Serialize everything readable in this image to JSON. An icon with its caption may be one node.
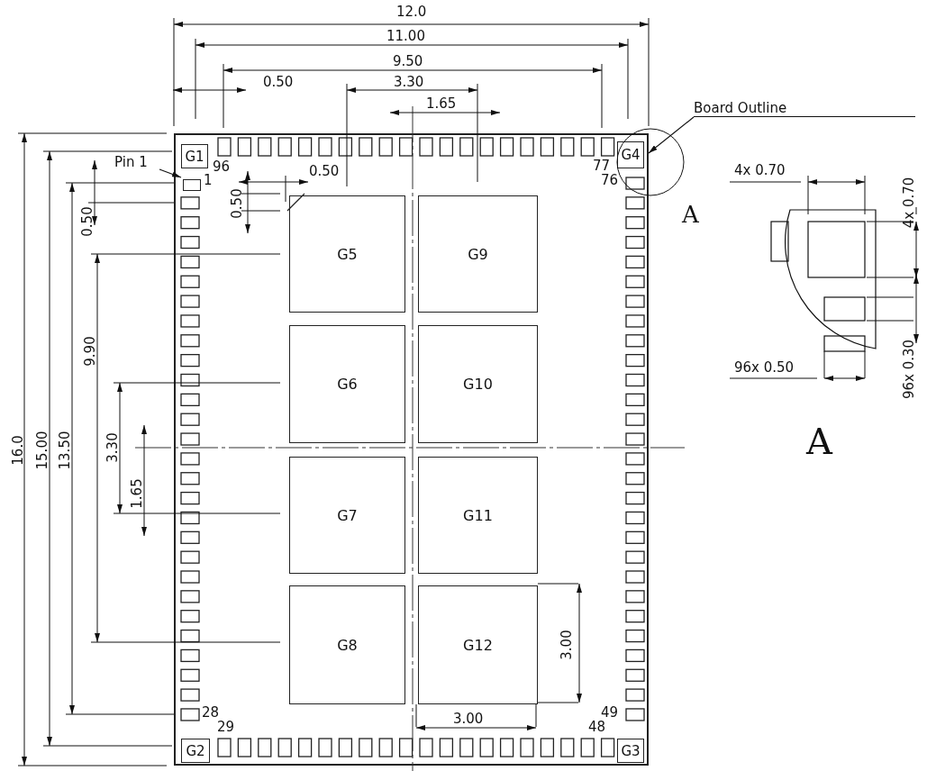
{
  "diagram": {
    "nodes": [
      {
        "text": [],
        "shape": "box"
      },
      {
        "text": [
          "Board Outline"
        ]
      },
      {
        "text": [
          "G1"
        ],
        "in": 0
      },
      {
        "text": [
          "Pin 1"
        ]
      },
      {
        "text": [],
        "shape": "box",
        "in": 0
      },
      {
        "text": [
          "G4"
        ],
        "in": 0
      },
      {
        "text": [
          "G5"
        ],
        "in": 0
      },
      {
        "text": [
          "G9"
        ],
        "in": 0
      },
      {
        "text": [
          "G6"
        ],
        "in": 0
      },
      {
        "text": [
          "G10"
        ],
        "in": 0
      },
      {
        "text": [
          "G7"
        ],
        "in": 0
      },
      {
        "text": [
          "G11"
        ],
        "in": 0
      },
      {
        "text": [
          "G8"
        ],
        "in": 0
      },
      {
        "text": [
          "G12"
        ],
        "in": 0
      },
      {
        "text": [
          "G2"
        ],
        "in": 0
      },
      {
        "text": [
          "G3"
        ],
        "in": 0
      }
    ],
    "edges": [
      {
        "from": 1,
        "to": 0,
        "arrow": "to"
      },
      {
        "from": 3,
        "to": 4,
        "arrow": "to"
      }
    ],
    "labels": [
      "12.0",
      "11.00",
      "9.50",
      "0.50",
      "3.30",
      "1.65",
      "96",
      "1",
      "77",
      "76",
      "0.50",
      "0.50",
      "A",
      "4x 0.70",
      "4x 0.70",
      "96x 0.50",
      "96x 0.30",
      "16.0",
      "15.00",
      "13.50",
      "0.50",
      "9.90",
      "3.30",
      "1.65",
      "A",
      "3.00",
      "28",
      "29",
      "48",
      "49",
      "3.00"
    ]
  }
}
